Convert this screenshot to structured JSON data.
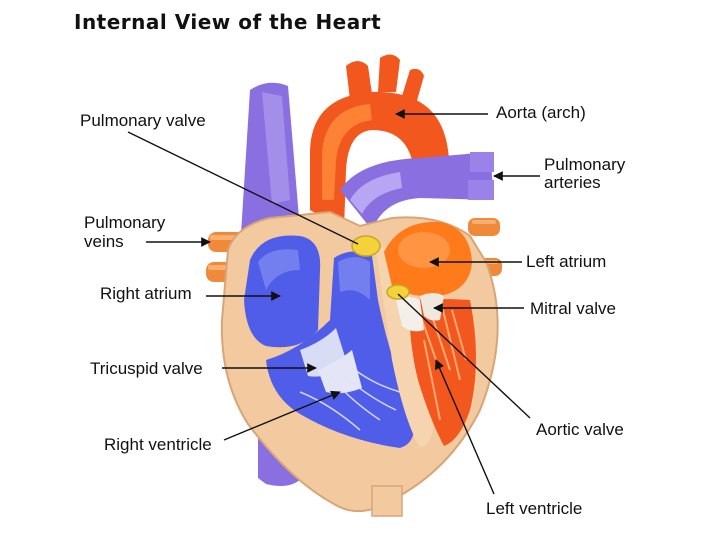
{
  "title": "Internal View of the Heart",
  "labels": {
    "pulmonary_valve": "Pulmonary valve",
    "aorta": "Aorta (arch)",
    "pulmonary_arteries_line1": "Pulmonary",
    "pulmonary_arteries_line2": "arteries",
    "pulmonary_veins_line1": "Pulmonary",
    "pulmonary_veins_line2": "veins",
    "left_atrium": "Left atrium",
    "right_atrium": "Right atrium",
    "mitral_valve": "Mitral valve",
    "tricuspid_valve": "Tricuspid valve",
    "aortic_valve": "Aortic valve",
    "right_ventricle": "Right ventricle",
    "left_ventricle": "Left ventricle"
  },
  "colors": {
    "vein_purple": "#8a6fe0",
    "vein_purple_light": "#b7a6f2",
    "deoxygenated_blue": "#4f5de8",
    "oxygenated_orange": "#ff7a1a",
    "artery_red_orange": "#f2581e",
    "muscle_tan": "#f3c9a0",
    "valve_yellow": "#f4d23a"
  }
}
